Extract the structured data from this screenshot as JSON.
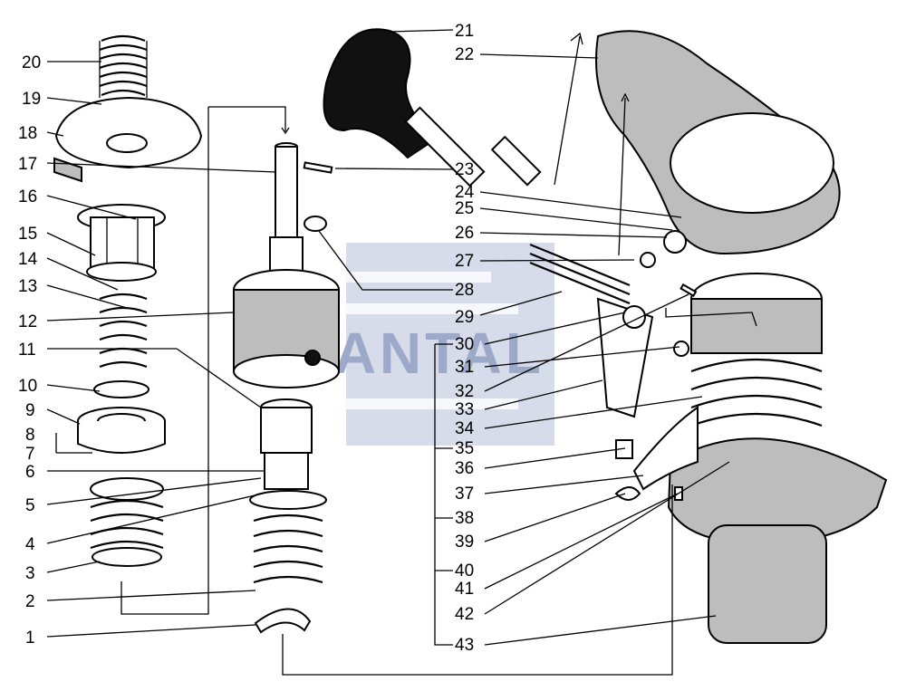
{
  "watermark": {
    "text": "SANTAL",
    "color": "#9aa7c7"
  },
  "callouts": [
    {
      "id": "20",
      "text": "20",
      "side": "left"
    },
    {
      "id": "19",
      "text": "19",
      "side": "left"
    },
    {
      "id": "18",
      "text": "18",
      "side": "left"
    },
    {
      "id": "17",
      "text": "17",
      "side": "left"
    },
    {
      "id": "16",
      "text": "16",
      "side": "left"
    },
    {
      "id": "15",
      "text": "15",
      "side": "left"
    },
    {
      "id": "14",
      "text": "14",
      "side": "left"
    },
    {
      "id": "13",
      "text": "13",
      "side": "left"
    },
    {
      "id": "12",
      "text": "12",
      "side": "left"
    },
    {
      "id": "11",
      "text": "11",
      "side": "left"
    },
    {
      "id": "10",
      "text": "10",
      "side": "left"
    },
    {
      "id": "9",
      "text": "9",
      "side": "left"
    },
    {
      "id": "8",
      "text": "8",
      "side": "left"
    },
    {
      "id": "7",
      "text": "7",
      "side": "left"
    },
    {
      "id": "6",
      "text": "6",
      "side": "left"
    },
    {
      "id": "5",
      "text": "5",
      "side": "left"
    },
    {
      "id": "4",
      "text": "4",
      "side": "left"
    },
    {
      "id": "3",
      "text": "3",
      "side": "left"
    },
    {
      "id": "2",
      "text": "2",
      "side": "left"
    },
    {
      "id": "1",
      "text": "1",
      "side": "left"
    },
    {
      "id": "21",
      "text": "21",
      "side": "right"
    },
    {
      "id": "22",
      "text": "22",
      "side": "right"
    },
    {
      "id": "23",
      "text": "23",
      "side": "right"
    },
    {
      "id": "24",
      "text": "24",
      "side": "right"
    },
    {
      "id": "25",
      "text": "25",
      "side": "right"
    },
    {
      "id": "26",
      "text": "26",
      "side": "right"
    },
    {
      "id": "27",
      "text": "27",
      "side": "right"
    },
    {
      "id": "28",
      "text": "28",
      "side": "right"
    },
    {
      "id": "29",
      "text": "29",
      "side": "right"
    },
    {
      "id": "30",
      "text": "30",
      "side": "right"
    },
    {
      "id": "31",
      "text": "31",
      "side": "right"
    },
    {
      "id": "32",
      "text": "32",
      "side": "right"
    },
    {
      "id": "33",
      "text": "33",
      "side": "right"
    },
    {
      "id": "34",
      "text": "34",
      "side": "right"
    },
    {
      "id": "35",
      "text": "35",
      "side": "right"
    },
    {
      "id": "36",
      "text": "36",
      "side": "right"
    },
    {
      "id": "37",
      "text": "37",
      "side": "right"
    },
    {
      "id": "38",
      "text": "38",
      "side": "right"
    },
    {
      "id": "39",
      "text": "39",
      "side": "right"
    },
    {
      "id": "40",
      "text": "40",
      "side": "right"
    },
    {
      "id": "41",
      "text": "41",
      "side": "right"
    },
    {
      "id": "42",
      "text": "42",
      "side": "right"
    },
    {
      "id": "43",
      "text": "43",
      "side": "right"
    }
  ]
}
